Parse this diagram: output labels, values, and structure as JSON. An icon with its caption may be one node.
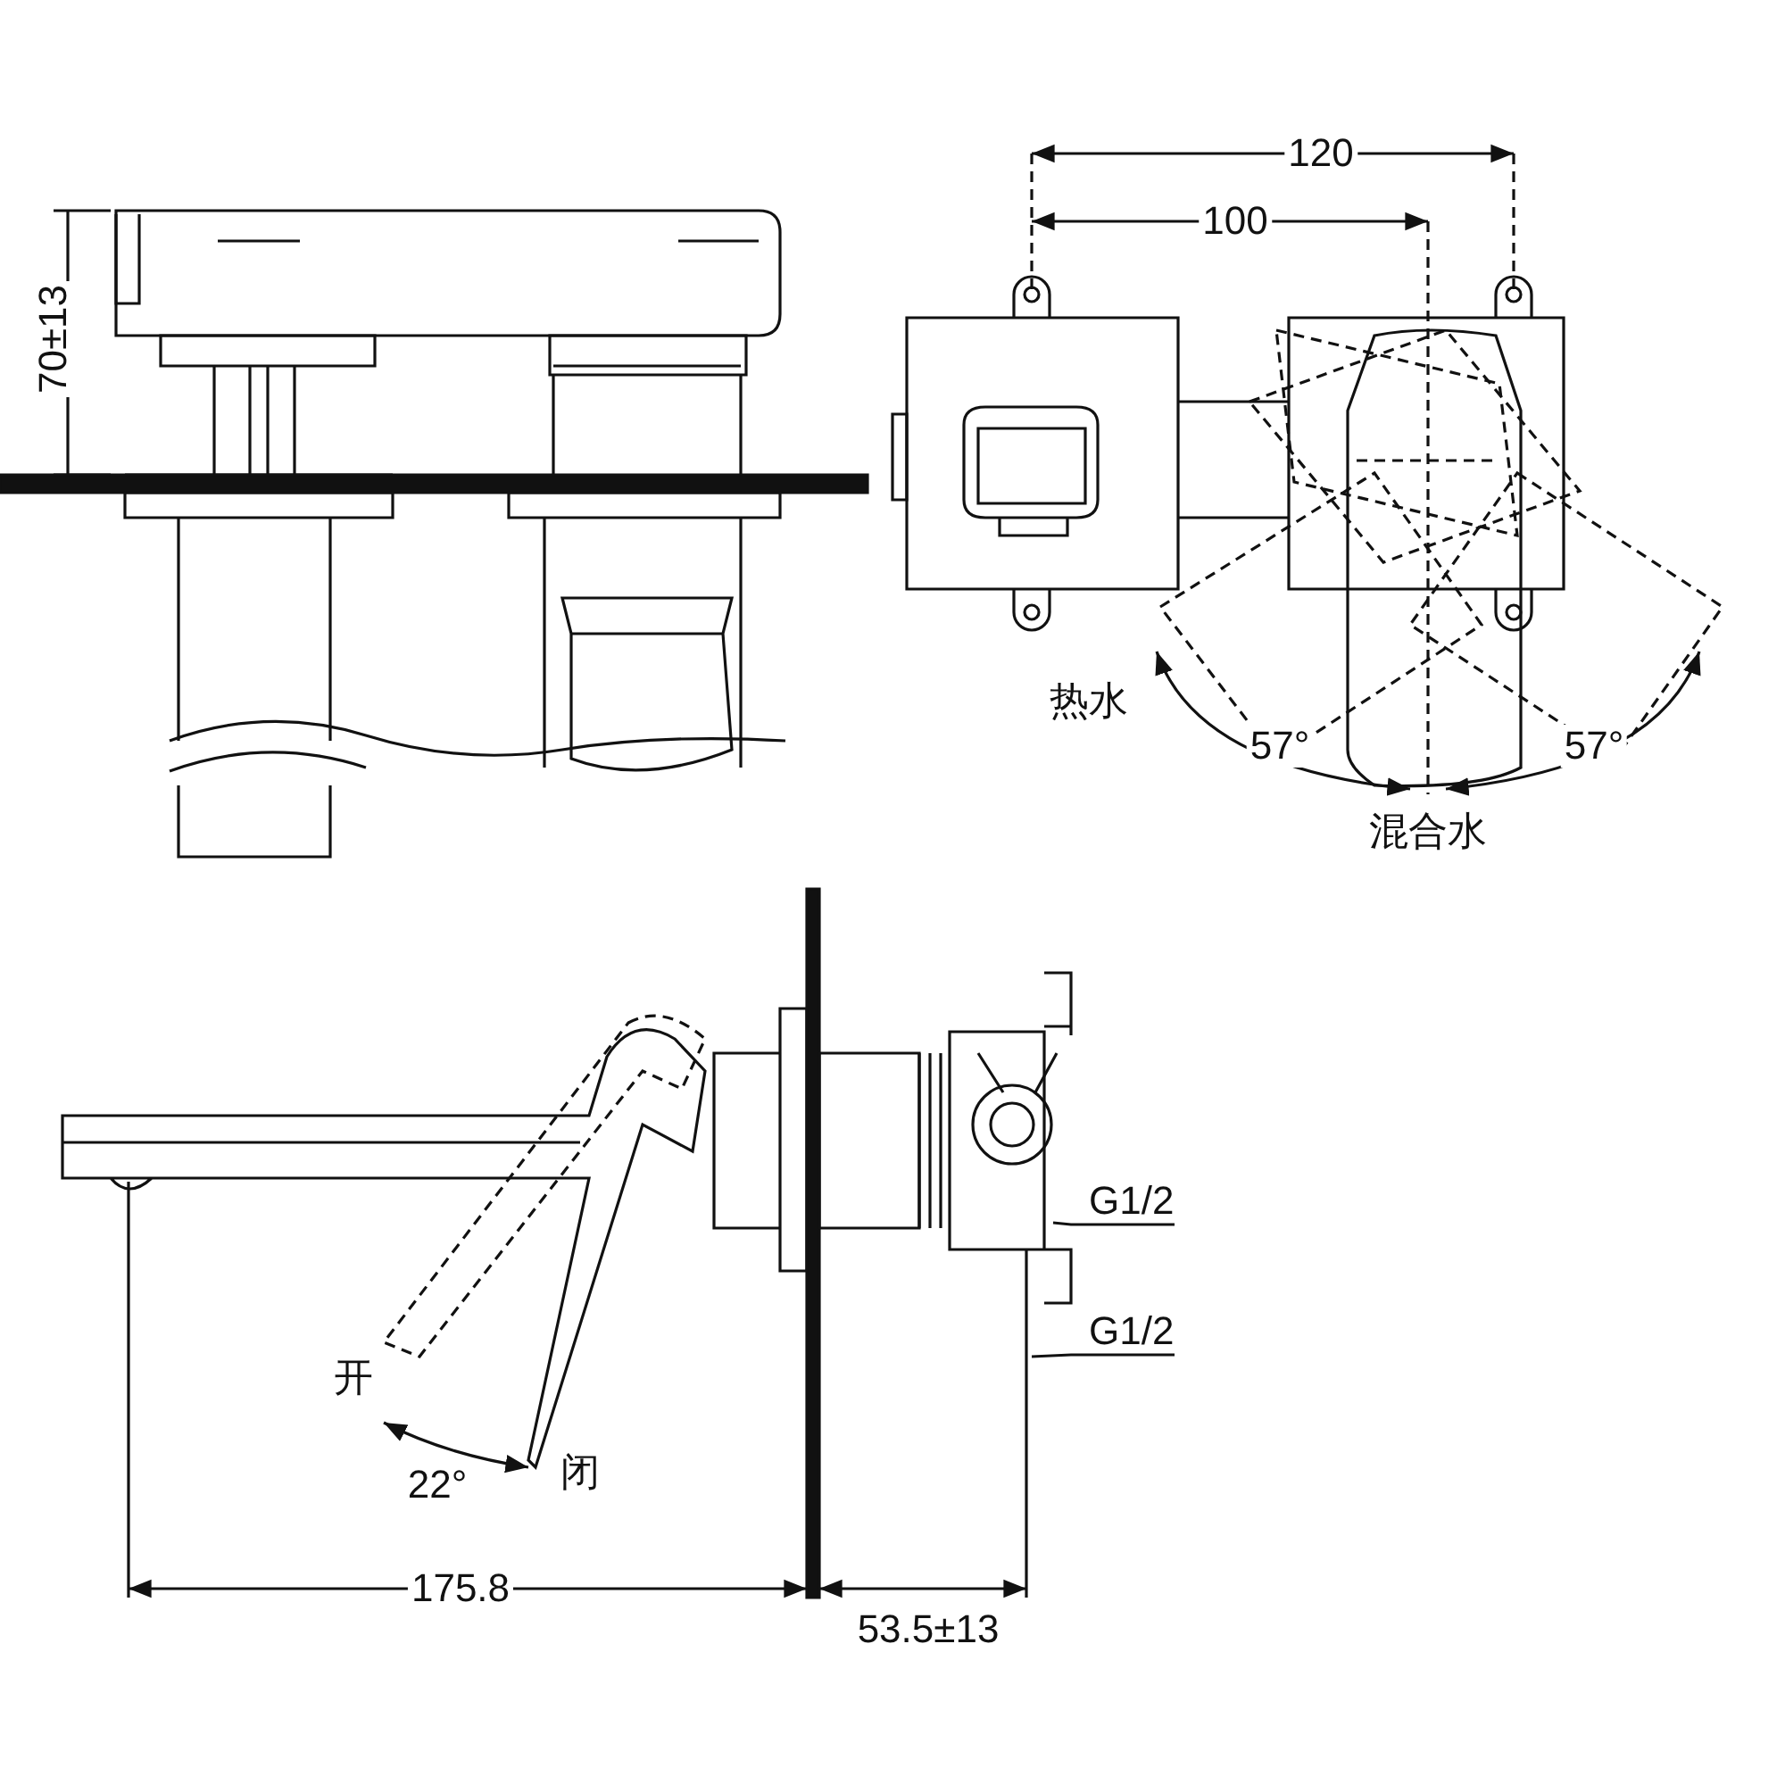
{
  "diagram": {
    "nodes": [
      {
        "text": [
          "G1/2"
        ]
      },
      {
        "text": [
          "G1/2"
        ]
      }
    ],
    "edges": [
      {
        "from": 0,
        "to": null,
        "arrow": "none"
      },
      {
        "from": 1,
        "to": null,
        "arrow": "none"
      }
    ],
    "labels": [
      "70±13",
      "120",
      "100",
      "热水",
      "57°",
      "57°",
      "混合水",
      "开",
      "22°",
      "闭",
      "175.8",
      "53.5±13"
    ]
  }
}
